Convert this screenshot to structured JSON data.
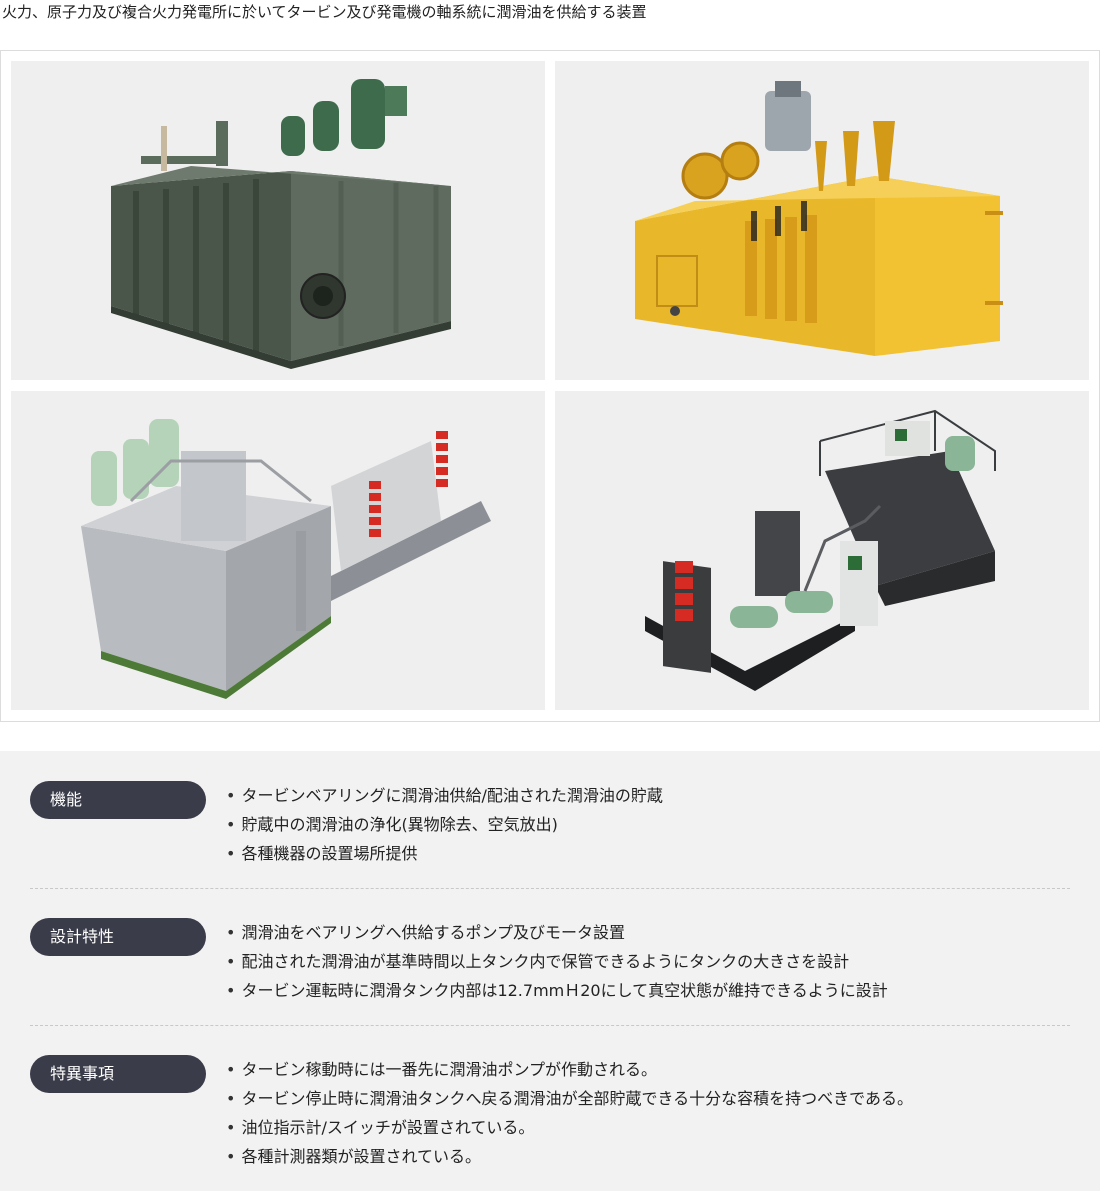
{
  "intro": "火力、原子力及び複合火力発電所に於いてタービン及び発電機の軸系統に潤滑油を供給する装置",
  "photos": [
    {
      "name": "green-tank-unit",
      "tank_color": "#4f5b4f"
    },
    {
      "name": "yellow-tank-unit",
      "tank_color": "#e3b126"
    },
    {
      "name": "grey-skid-unit",
      "tank_color": "#a9adb2"
    },
    {
      "name": "black-skid-unit",
      "tank_color": "#3d3f42"
    }
  ],
  "sections": [
    {
      "label": "機能",
      "items": [
        "タービンベアリングに潤滑油供給/配油された潤滑油の貯蔵",
        "貯蔵中の潤滑油の浄化(異物除去、空気放出)",
        "各種機器の設置場所提供"
      ]
    },
    {
      "label": "設計特性",
      "items": [
        "潤滑油をベアリングへ供給するポンプ及びモータ設置",
        "配油された潤滑油が基準時間以上タンク内で保管できるようにタンクの大きさを設計",
        "タービン運転時に潤滑タンク内部は12.7mmＨ20にして真空状態が維持できるように設計"
      ]
    },
    {
      "label": "特異事項",
      "items": [
        "タービン稼動時には一番先に潤滑油ポンプが作動される。",
        "タービン停止時に潤滑油タンクへ戻る潤滑油が全部貯蔵できる十分な容積を持つべきである。",
        "油位指示計/スイッチが設置されている。",
        "各種計測器類が設置されている。"
      ]
    }
  ],
  "colors": {
    "pill_bg": "#3a3c4a",
    "panel_bg": "#f2f2f2",
    "photo_bg": "#efefef",
    "panel_red": "#d52b22",
    "pump_green": "#9fc3a9"
  }
}
